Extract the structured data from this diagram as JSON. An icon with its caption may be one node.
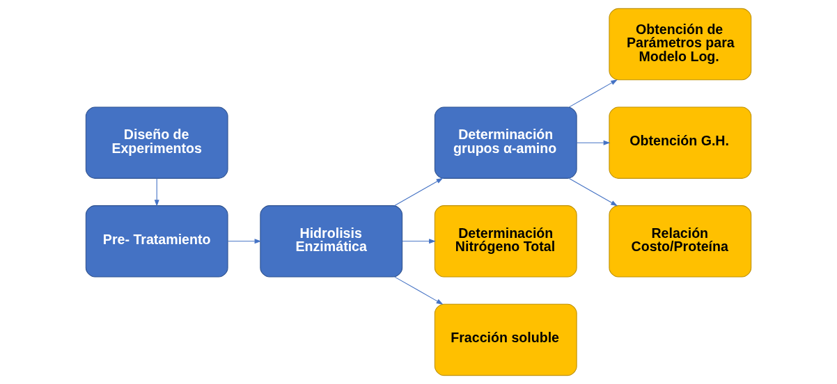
{
  "diagram": {
    "nodes": [
      {
        "text": [
          "Diseño de Experimentos"
        ]
      },
      {
        "text": [
          "Pre- Tratamiento"
        ]
      },
      {
        "text": [
          "Hidrolisis Enzimática"
        ]
      },
      {
        "text": [
          "Determinación grupos α-amino"
        ]
      },
      {
        "text": [
          "Obtención de Parámetros para Modelo Log."
        ]
      },
      {
        "text": [
          "Obtención G.H."
        ]
      },
      {
        "text": [
          "Relación Costo/Proteína"
        ]
      },
      {
        "text": [
          "Determinación Nitrógeno Total"
        ]
      },
      {
        "text": [
          "Fracción soluble"
        ]
      }
    ],
    "edges": [
      {
        "from": 0,
        "to": 1,
        "arrow": "to"
      },
      {
        "from": 1,
        "to": 2,
        "arrow": "to"
      },
      {
        "from": 2,
        "to": 3,
        "arrow": "to"
      },
      {
        "from": 3,
        "to": 4,
        "arrow": "to"
      },
      {
        "from": 3,
        "to": 5,
        "arrow": "to"
      },
      {
        "from": 3,
        "to": 6,
        "arrow": "to"
      },
      {
        "from": 2,
        "to": 7,
        "arrow": "to"
      },
      {
        "from": 2,
        "to": 8,
        "arrow": "to"
      }
    ]
  }
}
